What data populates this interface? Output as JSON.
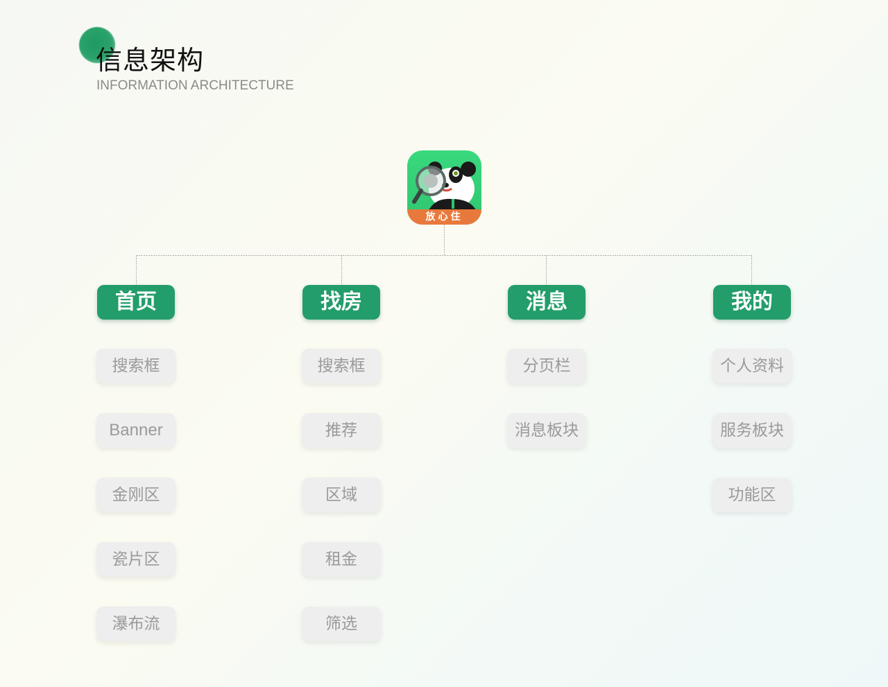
{
  "header": {
    "title": "信息架构",
    "subtitle": "INFORMATION ARCHITECTURE"
  },
  "app": {
    "name": "放心住",
    "accent_color": "#239d6a",
    "logo_icon": "panda-magnifier-icon"
  },
  "columns": [
    {
      "label": "首页",
      "items": [
        "搜索框",
        "Banner",
        "金刚区",
        "瓷片区",
        "瀑布流"
      ]
    },
    {
      "label": "找房",
      "items": [
        "搜索框",
        "推荐",
        "区域",
        "租金",
        "筛选"
      ]
    },
    {
      "label": "消息",
      "items": [
        "分页栏",
        "消息板块"
      ]
    },
    {
      "label": "我的",
      "items": [
        "个人资料",
        "服务板块",
        "功能区"
      ]
    }
  ]
}
